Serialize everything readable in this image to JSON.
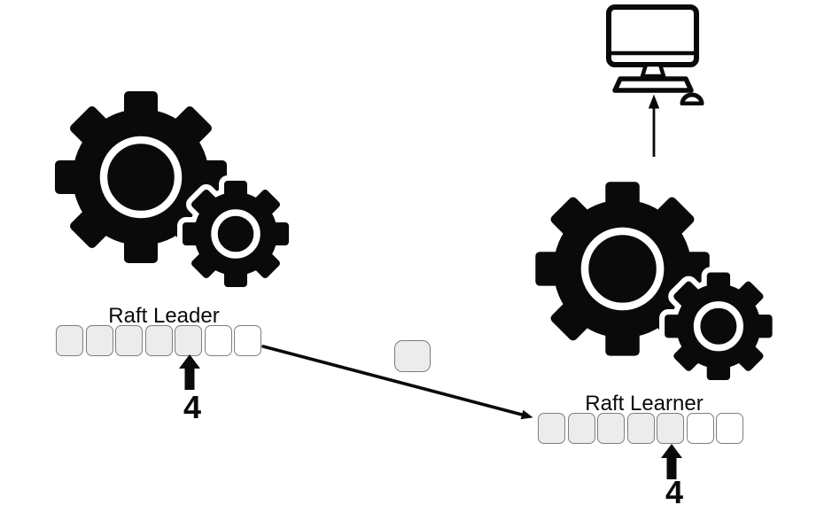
{
  "colors": {
    "ink": "#0a0a0a",
    "slot_border": "#7d7d7d",
    "slot_fill": "#ececec",
    "background": "#ffffff"
  },
  "leader": {
    "name": "Raft Leader",
    "log_slots": [
      true,
      true,
      true,
      true,
      true,
      false,
      false
    ],
    "commit_index_label": "4"
  },
  "learner": {
    "name": "Raft Learner",
    "log_slots": [
      true,
      true,
      true,
      true,
      true,
      false,
      false
    ],
    "commit_index_label": "4"
  },
  "in_flight": {
    "entry_count": 1
  },
  "icons": {
    "leader_machine": "gears-icon",
    "learner_machine": "gears-icon",
    "client_machine": "computer-icon",
    "replication": "arrow-right-down-icon",
    "serve_client": "arrow-up-icon",
    "commit_pointer": "thick-up-arrow-icon"
  }
}
